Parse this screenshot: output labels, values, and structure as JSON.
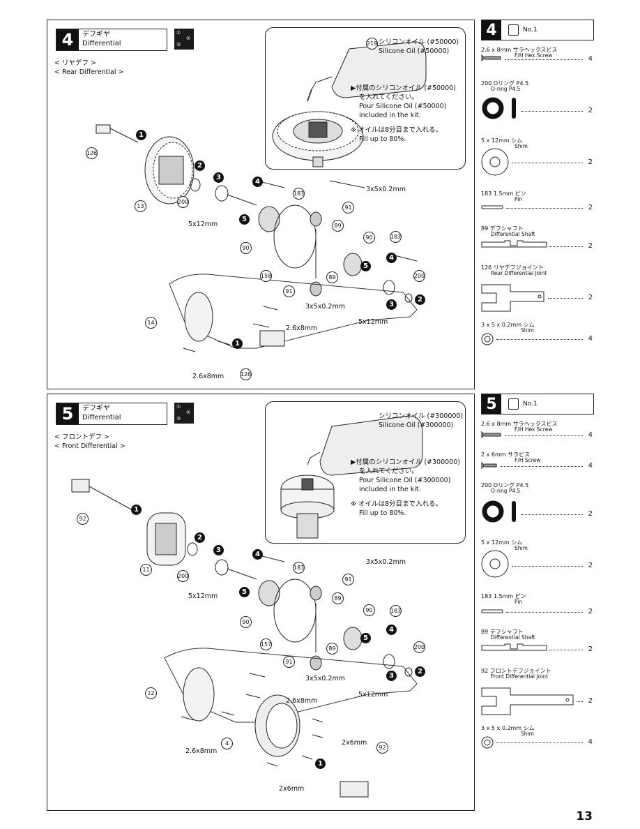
{
  "page_number": "13",
  "step4": {
    "num": "4",
    "title_jp": "デフギヤ",
    "title_en": "Differential",
    "sub_jp": "< リヤデフ >",
    "sub_en": "< Rear Differential >",
    "seq": [
      "①",
      "②",
      "③"
    ],
    "callout": {
      "oil_num": "219",
      "oil_jp": "シリコンオイル (#50000)",
      "oil_en": "Silicone Oil (#50000)",
      "note1_jp": "▶付属のシリコンオイル (#50000)",
      "note1_jp2": "を入れてください。",
      "note1_en": "Pour Silicone Oil (#50000)",
      "note1_en2": "included in the kit.",
      "note2_jp": "※ オイルは8分目まで入れる。",
      "note2_en": "Fill up to 80%."
    },
    "labels": {
      "p126a": "126",
      "p13": "13",
      "p200a": "200",
      "shim_a": "5x12mm",
      "p183a": "183",
      "p90a": "90",
      "p158": "158",
      "shim_top": "3x5x0.2mm",
      "p91a": "91",
      "p89a": "89",
      "p90b": "90",
      "p183b": "183",
      "p91b": "91",
      "p89b": "89",
      "shim_bot": "3x5x0.2mm",
      "p200b": "200",
      "shim_b": "5x12mm",
      "p14": "14",
      "screw_a": "2.6x8mm",
      "screw_b": "2.6x8mm",
      "p126b": "126"
    },
    "steps": [
      "1",
      "2",
      "3",
      "4",
      "5",
      "5",
      "4",
      "3",
      "2",
      "1"
    ]
  },
  "parts4": {
    "num": "4",
    "bag": "No.1",
    "items": [
      {
        "jp": "2.6 x 8mm  サラヘックスビス",
        "en": "F/H Hex Screw",
        "qty": "4"
      },
      {
        "jp": "200 Oリング P4.5",
        "en": "O-ring P4.5",
        "qty": "2"
      },
      {
        "jp": "5 x 12mm  シム",
        "en": "Shim",
        "qty": "2"
      },
      {
        "jp": "183 1.5mm  ピン",
        "en": "Pin",
        "qty": "2"
      },
      {
        "jp": "89 デフシャフト",
        "en": "Differential Shaft",
        "qty": "2"
      },
      {
        "jp": "126 リヤデフジョイント",
        "en": "Rear Differential Joint",
        "qty": "2"
      },
      {
        "jp": "3 x 5 x 0.2mm シム",
        "en": "Shim",
        "qty": "4"
      }
    ]
  },
  "step5": {
    "num": "5",
    "title_jp": "デフギヤ",
    "title_en": "Differential",
    "sub_jp": "< フロントデフ >",
    "sub_en": "< Front Differential >",
    "seq": [
      "①",
      "②",
      "③"
    ],
    "callout": {
      "oil_jp": "シリコンオイル (#300000)",
      "oil_en": "Silicone Oil (#300000)",
      "note1_jp": "▶付属のシリコンオイル (#300000)",
      "note1_jp2": "を入れてください。",
      "note1_en": "Pour Silicone Oil (#300000)",
      "note1_en2": "included in the kit.",
      "note2_jp": "※ オイルは8分目まで入れる。",
      "note2_en": "Fill up to 80%."
    },
    "labels": {
      "p92a": "92",
      "p11": "11",
      "p200a": "200",
      "shim_a": "5x12mm",
      "p183a": "183",
      "p90a": "90",
      "p157": "157",
      "shim_top": "3x5x0.2mm",
      "p91a": "91",
      "p89a": "89",
      "p90b": "90",
      "p183b": "183",
      "p91b": "91",
      "p89b": "89",
      "shim_bot": "3x5x0.2mm",
      "p200b": "200",
      "shim_b": "5x12mm",
      "p12": "12",
      "screw_a": "2.6x8mm",
      "screw_b": "2.6x8mm",
      "p4": "4",
      "screw_c": "2x6mm",
      "screw_d": "2x6mm",
      "p92b": "92"
    },
    "steps": [
      "1",
      "2",
      "3",
      "4",
      "5",
      "5",
      "4",
      "3",
      "2",
      "1"
    ]
  },
  "parts5": {
    "num": "5",
    "bag": "No.1",
    "items": [
      {
        "jp": "2.6 x 8mm  サラヘックスビス",
        "en": "F/H Hex Screw",
        "qty": "4"
      },
      {
        "jp": "2 x 6mm   サラビス",
        "en": "F/H Screw",
        "qty": "4"
      },
      {
        "jp": "200 Oリング P4.5",
        "en": "O-ring P4.5",
        "qty": "2"
      },
      {
        "jp": "5 x 12mm  シム",
        "en": "Shim",
        "qty": "2"
      },
      {
        "jp": "183 1.5mm  ピン",
        "en": "Pin",
        "qty": "2"
      },
      {
        "jp": "89 デフシャフト",
        "en": "Differential Shaft",
        "qty": "2"
      },
      {
        "jp": "92 フロントデフジョイント",
        "en": "Front Differential Joint",
        "qty": "2"
      },
      {
        "jp": "3 x 5 x 0.2mm シム",
        "en": "Shim",
        "qty": "4"
      }
    ]
  }
}
